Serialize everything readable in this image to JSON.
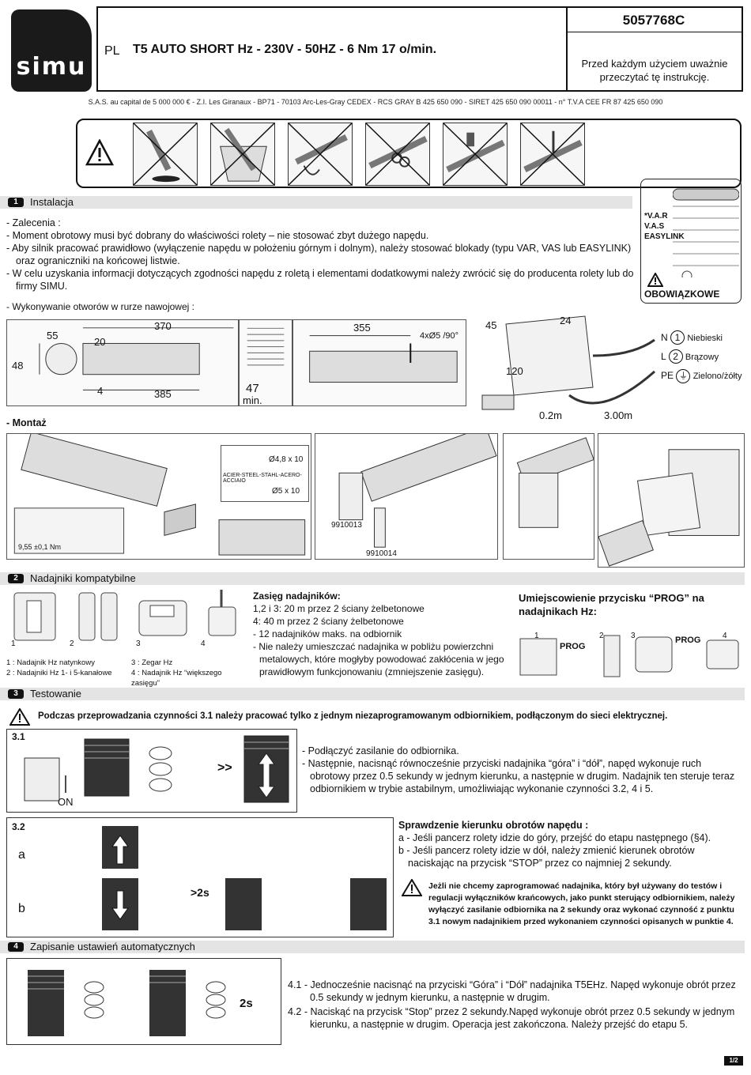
{
  "header": {
    "brand": "simu",
    "language": "PL",
    "title": "T5 AUTO SHORT Hz - 230V - 50HZ - 6 Nm 17 o/min.",
    "code": "5057768C",
    "notice": "Przed każdym użyciem uważnie przeczytać tę instrukcję.",
    "legal": "S.A.S. au capital de 5 000 000 € - Z.I. Les Giranaux - BP71 - 70103 Arc-Les-Gray CEDEX - RCS GRAY B 425 650 090 - SIRET 425 650 090 00011 - n° T.V.A CEE FR 87 425 650 090"
  },
  "section1": {
    "num": "1",
    "title": "Instalacja",
    "recommendations_title": "- Zalecenia :",
    "recommendations": [
      "- Moment obrotowy musi być dobrany do właściwości rolety – nie stosować zbyt dużego napędu.",
      "- Aby silnik pracować prawidłowo (wyłączenie napędu w położeniu górnym i dolnym), należy stosować blokady (typu VAR, VAS lub EASYLINK) oraz ograniczniki na końcowej listwie.",
      "- W celu uzyskania informacji dotyczących zgodności napędu z roletą i elementami dodatkowymi należy zwrócić się do producenta rolety lub do firmy SIMU."
    ],
    "var_labels": [
      "*V.A.R",
      "V.A.S",
      "EASYLINK"
    ],
    "mandatory": "OBOWIĄZKOWE",
    "holes_title": "- Wykonywanie otworów w rurze nawojowej :",
    "dims": {
      "d370": "370",
      "d55": "55",
      "d20": "20",
      "d48": "48",
      "d4": "4",
      "d385": "385",
      "d47": "47",
      "min": "min.",
      "d355": "355",
      "holes": "4xØ5 /90°",
      "d45": "45",
      "d24": "24",
      "d120": "120",
      "d02": "0.2m",
      "d300": "3.00m"
    },
    "wires": [
      {
        "letter": "N",
        "num": "1",
        "color": "Niebieski"
      },
      {
        "letter": "L",
        "num": "2",
        "color": "Brązowy"
      },
      {
        "letter": "PE",
        "num": "",
        "color": "Zielono/żółty"
      }
    ],
    "mount_title": "- Montaż",
    "screw1": "Ø4,8 x 10",
    "materials": "ACIER-STEEL-STAHL-ACERO-ACCIAIO",
    "screw2": "Ø5 x 10",
    "torque": "9,55 ±0,1 Nm",
    "part1": "9910013",
    "part2": "9910014"
  },
  "section2": {
    "num": "2",
    "title": "Nadajniki kompatybilne",
    "captions": [
      "1 : Nadajnik Hz natynkowy",
      "2 : Nadajniki Hz 1- i 5-kanałowe",
      "3 : Zegar Hz",
      "4 : Nadajnik Hz “większego zasięgu”"
    ],
    "range_title": "Zasięg nadajników:",
    "range_lines": [
      "1,2 i 3: 20 m przez 2 ściany żelbetonowe",
      "4: 40 m przez 2 ściany żelbetonowe",
      "- 12 nadajników maks. na odbiornik",
      "- Nie należy umieszczać nadajnika w pobliżu powierzchni metalowych, które mogłyby powodować zakłócenia w jego prawidłowym funkcjonowaniu (zmniejszenie zasięgu)."
    ],
    "prog_title": "Umiejscowienie przycisku “PROG” na nadajnikach Hz:",
    "prog_label": "PROG"
  },
  "section3": {
    "num": "3",
    "title": "Testowanie",
    "warning": "Podczas przeprowadzania czynności 3.1 należy pracować tylko z jednym niezaprogramowanym odbiornikiem, podłączonym do sieci elektrycznej.",
    "step31": "3.1",
    "on": "ON",
    "text31": [
      "- Podłączyć zasilanie do odbiornika.",
      "- Następnie, nacisnąć równocześnie przyciski nadajnika “góra” i “dół”, napęd wykonuje ruch obrotowy przez 0.5 sekundy w jednym kierunku, a następnie w drugim. Nadajnik ten steruje teraz odbiornikiem w trybie astabilnym, umożliwiając wykonanie czynności 3.2, 4 i 5."
    ],
    "step32": "3.2",
    "a": "a",
    "b": "b",
    "gt2s": ">2s",
    "dir_title": "Sprawdzenie kierunku obrotów napędu :",
    "dir_a": "a - Jeśli pancerz rolety idzie do góry, przejść do etapu następnego (§4).",
    "dir_b": "b - Jeśli pancerz rolety idzie w dół, należy zmienić kierunek obrotów naciskając na przycisk “STOP” przez co najmniej 2 sekundy.",
    "note": "Jeżli nie chcemy zaprogramować nadajnika, który był używany do testów i regulacji wyłączników krańcowych, jako punkt sterujący odbiornikiem, należy wyłączyć zasilanie odbiornika na 2 sekundy oraz wykonać czynność z punktu 3.1 nowym nadajnikiem przed wykonaniem czynności opisanych w punktie 4."
  },
  "section4": {
    "num": "4",
    "title": "Zapisanie ustawień automatycznych",
    "twos": "2s",
    "step41": "4.1 - Jednocześnie nacisnąć na przyciski “Góra” i “Dół” nadajnika T5EHz. Napęd wykonuje obrót przez 0.5 sekundy w jednym kierunku, a następnie w drugim.",
    "step42": "4.2 - Naciskąć na przycisk “Stop” przez 2 sekundy.Napęd wykonuje obrót przez 0.5 sekundy w jednym kierunku, a następnie w drugim. Operacja jest zakończona. Należy przejść do etapu 5."
  },
  "footer": {
    "page": "1/2"
  }
}
